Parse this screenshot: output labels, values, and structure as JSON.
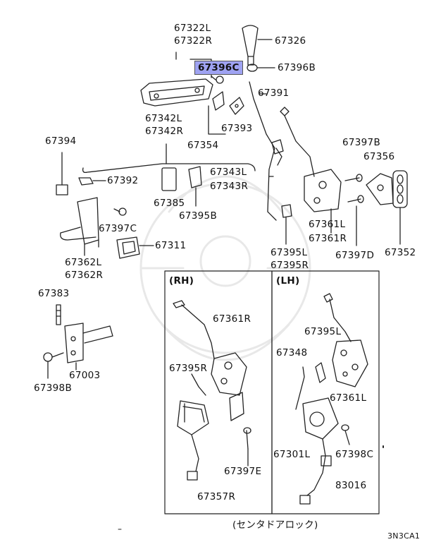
{
  "diagram": {
    "section_rh": "(RH)",
    "section_lh": "(LH)",
    "caption": "(センタドアロック)",
    "code": "3N3CA1",
    "highlighted_part": "67396C",
    "parts": {
      "p67322L": "67322L",
      "p67322R": "67322R",
      "p67326": "67326",
      "p67396C": "67396C",
      "p67396B": "67396B",
      "p67391": "67391",
      "p67342L": "67342L",
      "p67342R": "67342R",
      "p67393": "67393",
      "p67354": "67354",
      "p67394": "67394",
      "p67392": "67392",
      "p67343L": "67343L",
      "p67343R": "67343R",
      "p67397B": "67397B",
      "p67356": "67356",
      "p67385": "67385",
      "p67395B": "67395B",
      "p67397C": "67397C",
      "p67361L_top": "67361L",
      "p67361R_top": "67361R",
      "p67397D": "67397D",
      "p67352": "67352",
      "p67311": "67311",
      "p67362L": "67362L",
      "p67362R": "67362R",
      "p67395L_top": "67395L",
      "p67395R_top": "67395R",
      "p67383": "67383",
      "p67003": "67003",
      "p67398B": "67398B",
      "p67361R_rh": "67361R",
      "p67395R_rh": "67395R",
      "p67397E": "67397E",
      "p67357R": "67357R",
      "p67395L_lh": "67395L",
      "p67348": "67348",
      "p67361L_lh": "67361L",
      "p67301L": "67301L",
      "p67398C": "67398C",
      "p83016": "83016"
    }
  }
}
